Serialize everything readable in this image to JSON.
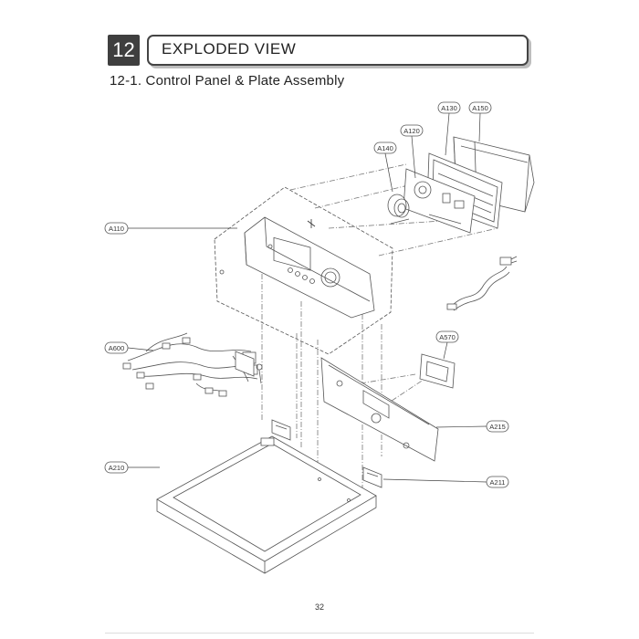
{
  "header": {
    "chapter_number": "12",
    "title": "EXPLODED VIEW"
  },
  "section": {
    "title": "12-1. Control Panel & Plate Assembly"
  },
  "callouts": {
    "a110": "A110",
    "a120": "A120",
    "a130": "A130",
    "a140": "A140",
    "a150": "A150",
    "a570": "A570",
    "a600": "A600",
    "a210": "A210",
    "a211": "A211",
    "a215": "A215"
  },
  "footer": {
    "page_number": "32"
  }
}
